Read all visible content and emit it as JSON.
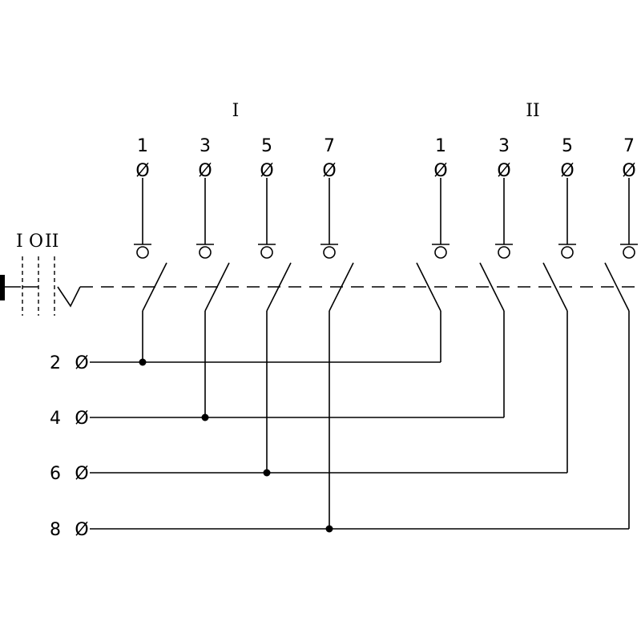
{
  "group_labels": [
    "I",
    "II"
  ],
  "position_labels": [
    "I",
    "O",
    "II"
  ],
  "top_terminal_numbers": [
    "1",
    "3",
    "5",
    "7",
    "1",
    "3",
    "5",
    "7"
  ],
  "left_terminal_numbers": [
    "2",
    "4",
    "6",
    "8"
  ],
  "terminal_glyph": "Ø"
}
